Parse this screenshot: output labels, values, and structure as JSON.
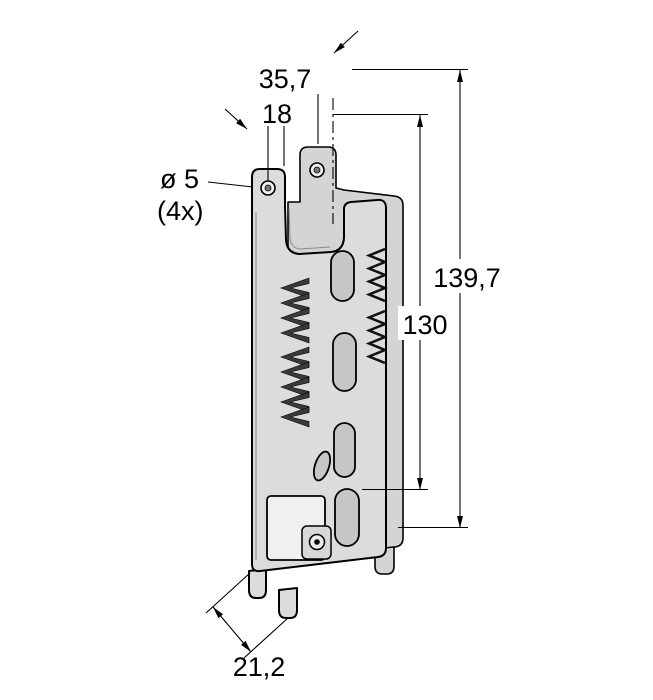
{
  "drawing": {
    "kind": "technical-dimension-drawing",
    "part": "sheet-metal-mounting-bracket",
    "colors": {
      "background": "#ffffff",
      "part_fill": "#dcdcdc",
      "line": "#000000"
    },
    "dimensions": {
      "top_width": "35,7",
      "hole_offset": "18",
      "hole_diameter": "ø 5",
      "hole_count": "(4x)",
      "overall_height": "139,7",
      "hole_spacing": "130",
      "depth": "21,2"
    }
  }
}
